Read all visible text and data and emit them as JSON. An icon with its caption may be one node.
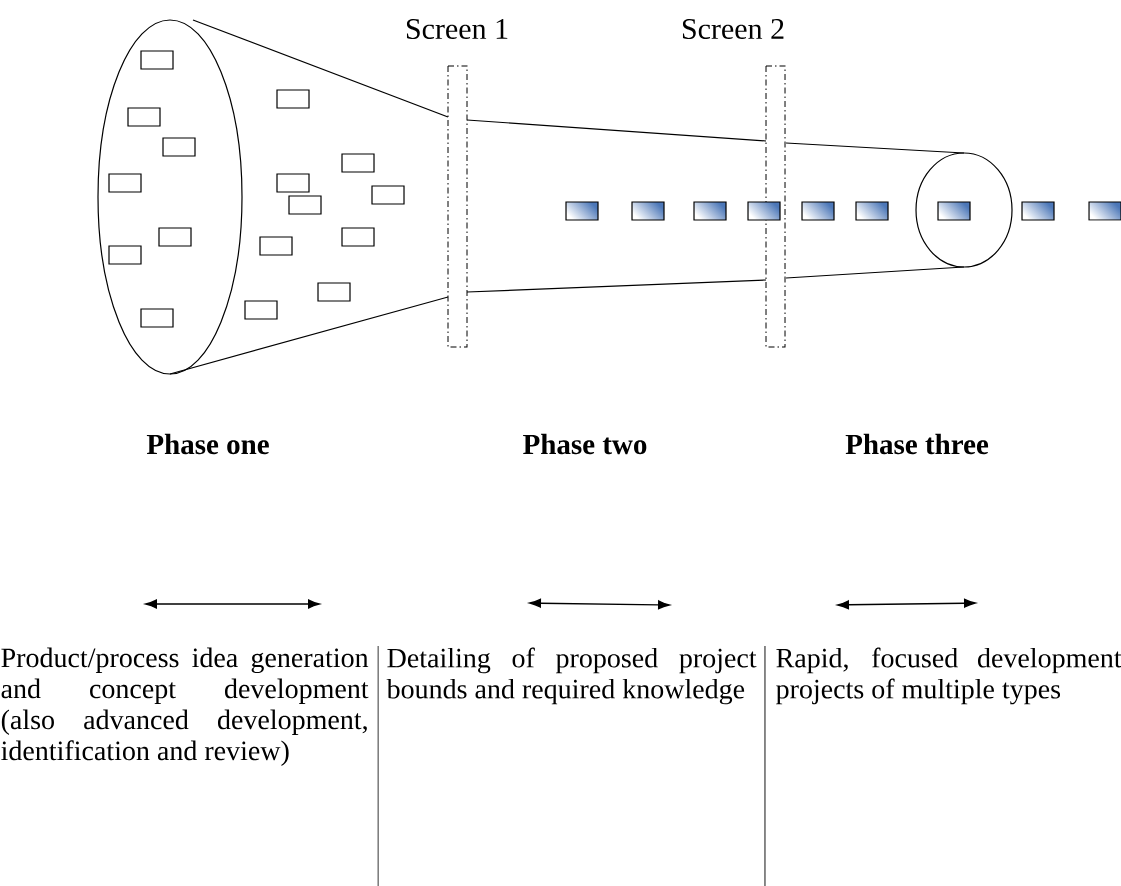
{
  "diagram": {
    "labels": [
      "Screen 1",
      "Screen 2",
      "Phase one",
      "Phase two",
      "Phase three",
      "Product/process idea generation and concept development (also advanced development, identification and review)",
      "Detailing of proposed project bounds and required knowledge",
      "Rapid, focused development projects of multiple types"
    ]
  }
}
